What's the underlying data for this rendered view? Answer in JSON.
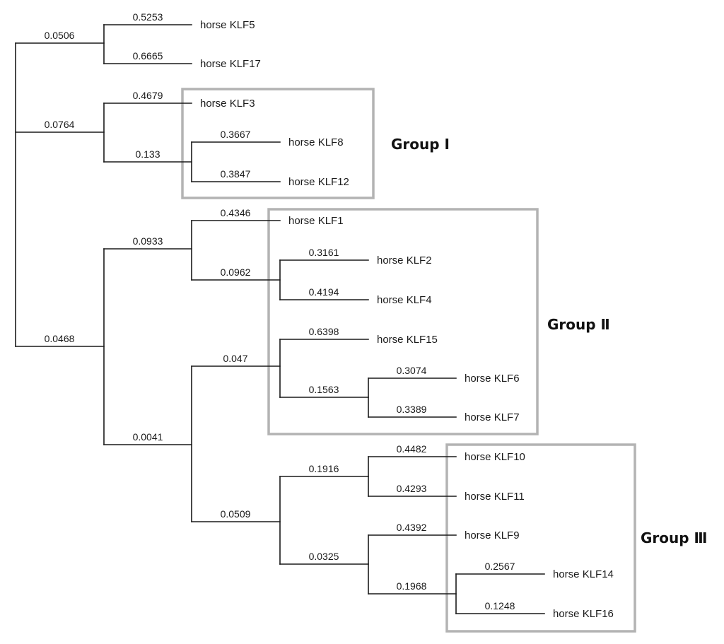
{
  "tree": {
    "branch_lengths": {
      "n_kl5_17": "0.0506",
      "n_kl3_8_12": "0.0764",
      "n_rest": "0.0468",
      "klf5": "0.5253",
      "klf17": "0.6665",
      "klf3": "0.4679",
      "n_kl8_12": "0.133",
      "klf8": "0.3667",
      "klf12": "0.3847",
      "n_g2a": "0.0933",
      "n_bottom": "0.0041",
      "klf1": "0.4346",
      "n_kl2_4": "0.0962",
      "klf2": "0.3161",
      "klf4": "0.4194",
      "n_g2b": "0.047",
      "klf15": "0.6398",
      "n_kl6_7": "0.1563",
      "klf6": "0.3074",
      "klf7": "0.3389",
      "n_g3": "0.0509",
      "n_kl10_11": "0.1916",
      "klf10": "0.4482",
      "klf11": "0.4293",
      "n_kl9_14_16": "0.0325",
      "klf9": "0.4392",
      "n_kl14_16": "0.1968",
      "klf14": "0.2567",
      "klf16": "0.1248"
    },
    "leaves": {
      "klf5": "horse KLF5",
      "klf17": "horse KLF17",
      "klf3": "horse KLF3",
      "klf8": "horse KLF8",
      "klf12": "horse KLF12",
      "klf1": "horse KLF1",
      "klf2": "horse KLF2",
      "klf4": "horse KLF4",
      "klf15": "horse KLF15",
      "klf6": "horse KLF6",
      "klf7": "horse KLF7",
      "klf10": "horse KLF10",
      "klf11": "horse KLF11",
      "klf9": "horse KLF9",
      "klf14": "horse KLF14",
      "klf16": "horse KLF16"
    },
    "groups": {
      "g1": "Group Ⅰ",
      "g2": "Group Ⅱ",
      "g3": "Group Ⅲ"
    }
  }
}
